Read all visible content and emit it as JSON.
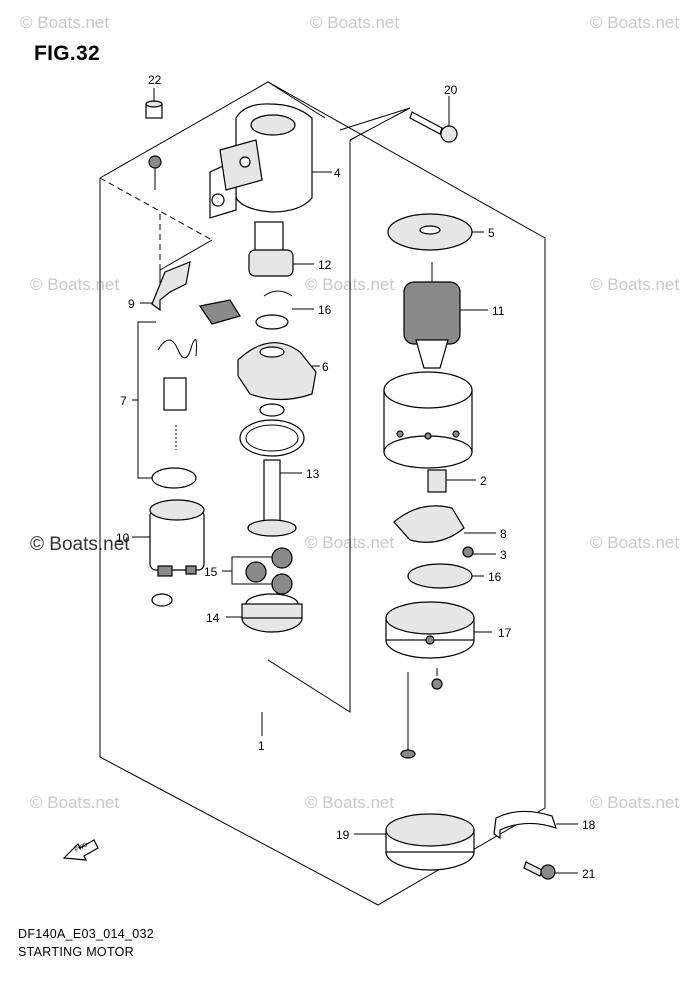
{
  "figure": {
    "title": "FIG.32",
    "code": "DF140A_E03_014_032",
    "name": "STARTING MOTOR",
    "fwd_label": "FWD"
  },
  "watermark": {
    "text": "© Boats.net"
  },
  "callouts": [
    {
      "id": "1",
      "label": "1"
    },
    {
      "id": "2",
      "label": "2"
    },
    {
      "id": "3",
      "label": "3"
    },
    {
      "id": "4",
      "label": "4"
    },
    {
      "id": "5",
      "label": "5"
    },
    {
      "id": "6",
      "label": "6"
    },
    {
      "id": "7",
      "label": "7"
    },
    {
      "id": "8",
      "label": "8"
    },
    {
      "id": "9",
      "label": "9"
    },
    {
      "id": "10",
      "label": "10"
    },
    {
      "id": "11",
      "label": "11"
    },
    {
      "id": "12",
      "label": "12"
    },
    {
      "id": "13",
      "label": "13"
    },
    {
      "id": "14",
      "label": "14"
    },
    {
      "id": "15",
      "label": "15"
    },
    {
      "id": "16a",
      "label": "16"
    },
    {
      "id": "16b",
      "label": "16"
    },
    {
      "id": "17",
      "label": "17"
    },
    {
      "id": "18",
      "label": "18"
    },
    {
      "id": "19",
      "label": "19"
    },
    {
      "id": "20",
      "label": "20"
    },
    {
      "id": "21",
      "label": "21"
    },
    {
      "id": "22",
      "label": "22"
    }
  ]
}
